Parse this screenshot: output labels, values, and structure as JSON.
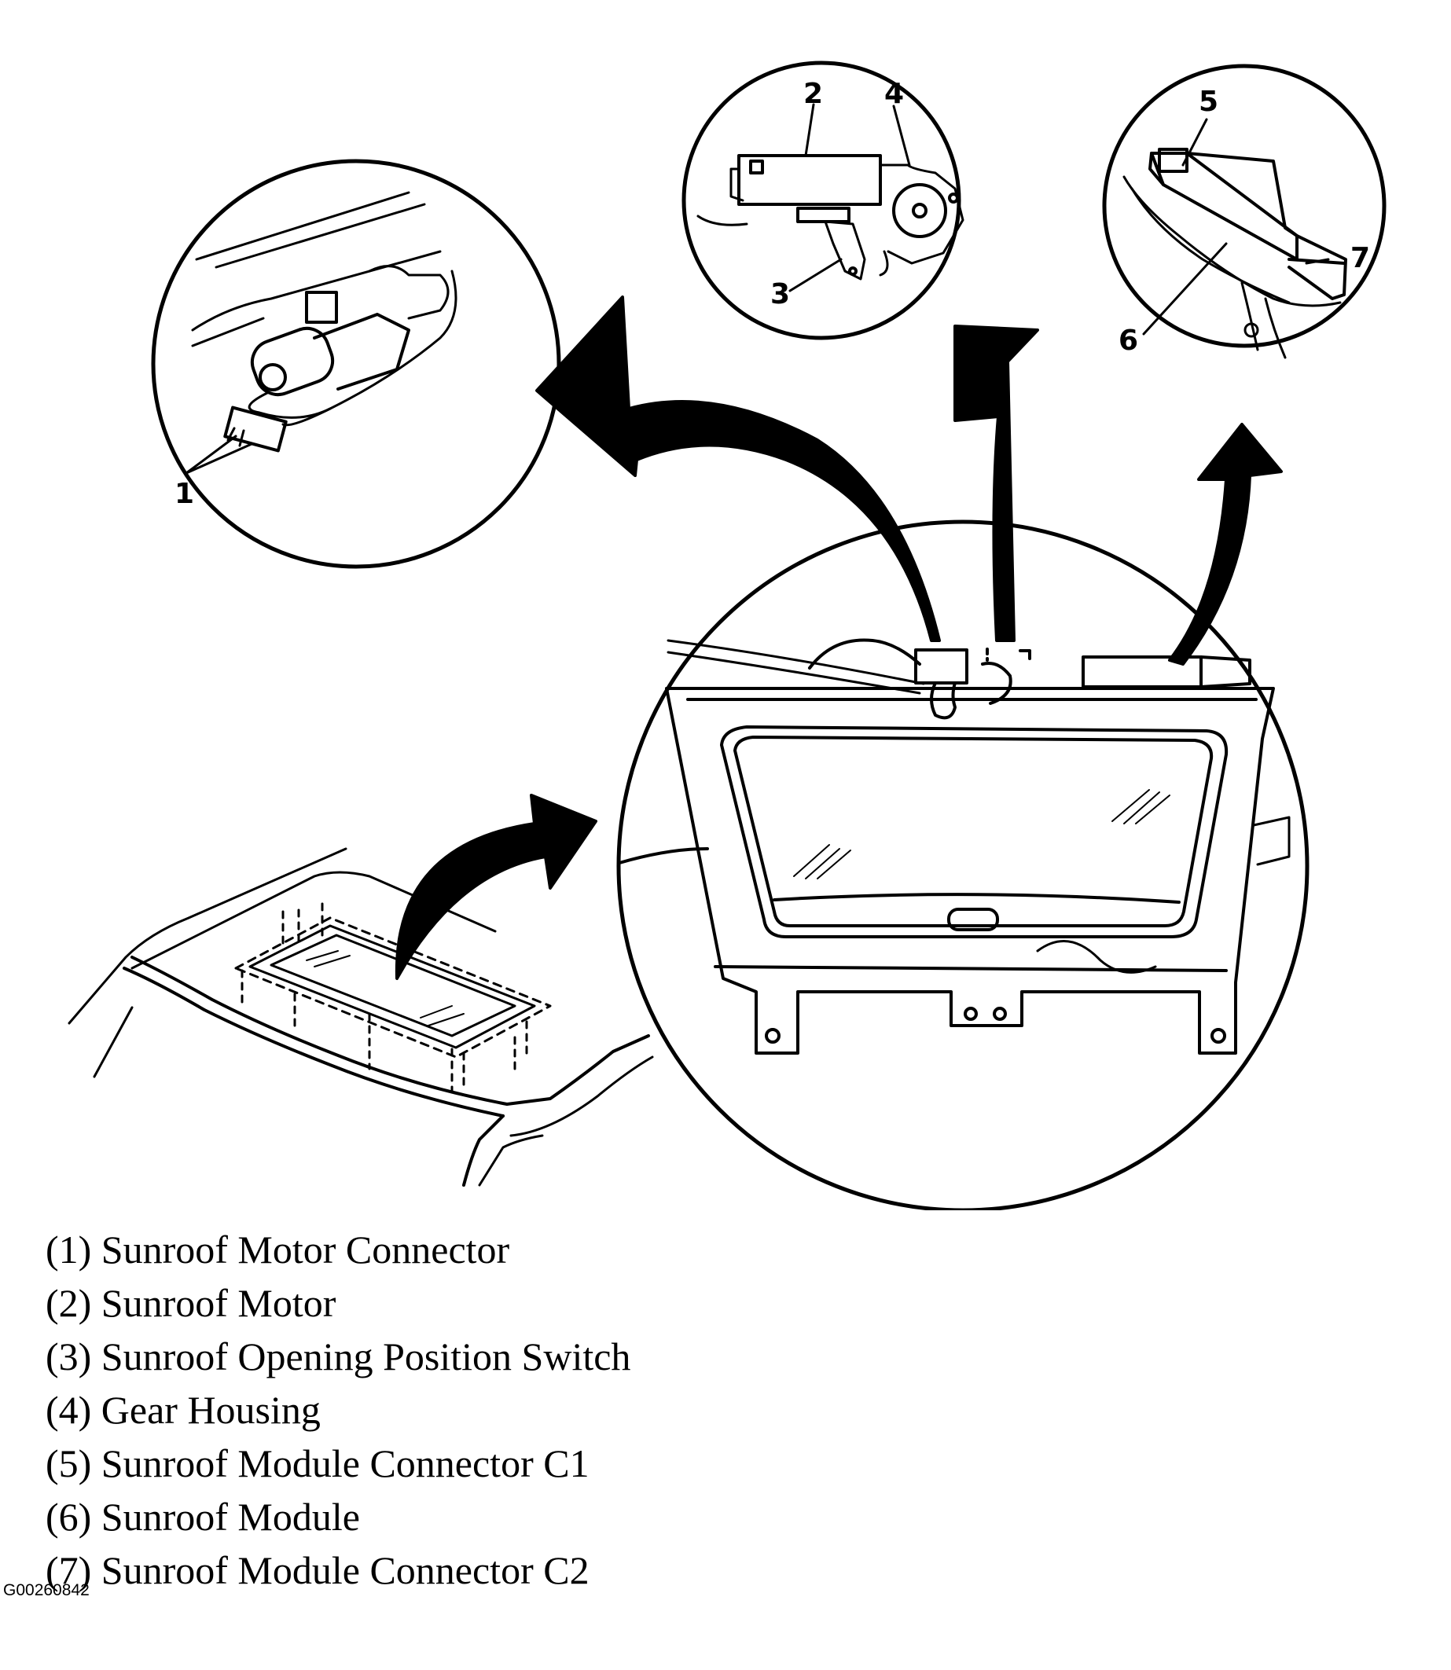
{
  "callouts": [
    "1",
    "2",
    "3",
    "4",
    "5",
    "6",
    "7"
  ],
  "legend": [
    {
      "text": "(1) Sunroof Motor Connector"
    },
    {
      "text": "(2) Sunroof Motor"
    },
    {
      "text": "(3) Sunroof Opening Position Switch"
    },
    {
      "text": "(4) Gear Housing"
    },
    {
      "text": "(5) Sunroof Module Connector C1"
    },
    {
      "text": "(6) Sunroof Module"
    },
    {
      "text": "(7) Sunroof Module Connector C2"
    }
  ],
  "figure_id": "G00260842",
  "colors": {
    "ink": "#000000",
    "paper": "#ffffff"
  }
}
